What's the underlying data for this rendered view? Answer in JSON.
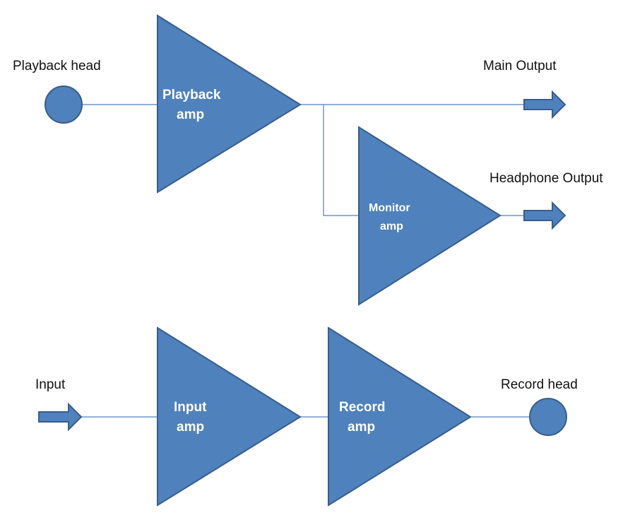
{
  "colors": {
    "fill": "#4f81bd",
    "stroke": "#385d8a",
    "wire": "#4f81bd",
    "text": "#111111",
    "amp_text": "#ffffff"
  },
  "labels": {
    "playback_head": "Playback head",
    "main_output": "Main Output",
    "headphone_output": "Headphone Output",
    "input": "Input",
    "record_head": "Record head"
  },
  "amps": {
    "playback": {
      "line1": "Playback",
      "line2": "amp"
    },
    "monitor": {
      "line1": "Monitor",
      "line2": "amp"
    },
    "input": {
      "line1": "Input",
      "line2": "amp"
    },
    "record": {
      "line1": "Record",
      "line2": "amp"
    }
  },
  "icons": {
    "playback_head": "circle-node-icon",
    "record_head": "circle-node-icon",
    "main_output": "arrow-right-icon",
    "headphone_output": "arrow-right-icon",
    "input": "arrow-right-icon"
  }
}
